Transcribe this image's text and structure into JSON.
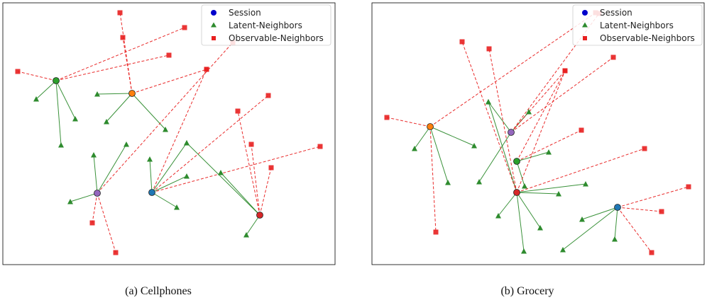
{
  "chart_data": [
    {
      "type": "scatter",
      "caption": "(a) Cellphones",
      "legend": [
        {
          "label": "Session",
          "marker": "circle",
          "color": "#0000cc"
        },
        {
          "label": "Latent-Neighbors",
          "marker": "triangle",
          "color": "#2e8b2e"
        },
        {
          "label": "Observable-Neighbors",
          "marker": "square",
          "color": "#e82020"
        }
      ],
      "legend_position": "top-right",
      "xlim": [
        0,
        468
      ],
      "ylim": [
        0,
        370
      ],
      "grid": false,
      "sessions": [
        {
          "x": 75,
          "y": 110,
          "color": "#2ca02c",
          "latent": [
            [
              47,
              136
            ],
            [
              102,
              164
            ],
            [
              82,
              201
            ]
          ],
          "observable": [
            [
              21,
              97
            ],
            [
              234,
              74
            ],
            [
              256,
              35
            ]
          ]
        },
        {
          "x": 182,
          "y": 128,
          "color": "#ff7f0e",
          "latent": [
            [
              133,
              129
            ],
            [
              146,
              168
            ],
            [
              229,
              179
            ]
          ],
          "observable": [
            [
              165,
              14
            ],
            [
              169,
              49
            ],
            [
              287,
              94
            ]
          ]
        },
        {
          "x": 133,
          "y": 269,
          "color": "#9467bd",
          "latent": [
            [
              128,
              215
            ],
            [
              174,
              200
            ],
            [
              95,
              281
            ]
          ],
          "observable": [
            [
              126,
              311
            ],
            [
              159,
              353
            ],
            [
              324,
              56
            ]
          ]
        },
        {
          "x": 210,
          "y": 268,
          "color": "#1f77b4",
          "latent": [
            [
              207,
              221
            ],
            [
              259,
              245
            ],
            [
              245,
              289
            ],
            [
              259,
              198
            ]
          ],
          "observable": [
            [
              287,
              94
            ],
            [
              374,
              131
            ],
            [
              447,
              203
            ]
          ]
        },
        {
          "x": 362,
          "y": 300,
          "color": "#d62728",
          "latent": [
            [
              307,
              240
            ],
            [
              343,
              328
            ],
            [
              259,
              198
            ]
          ],
          "observable": [
            [
              331,
              153
            ],
            [
              350,
              200
            ],
            [
              378,
              233
            ]
          ]
        }
      ]
    },
    {
      "type": "scatter",
      "caption": "(b) Grocery",
      "legend": [
        {
          "label": "Session",
          "marker": "circle",
          "color": "#0000cc"
        },
        {
          "label": "Latent-Neighbors",
          "marker": "triangle",
          "color": "#2e8b2e"
        },
        {
          "label": "Observable-Neighbors",
          "marker": "square",
          "color": "#e82020"
        }
      ],
      "legend_position": "top-right",
      "xlim": [
        0,
        468
      ],
      "ylim": [
        0,
        370
      ],
      "grid": false,
      "sessions": [
        {
          "x": 82,
          "y": 175,
          "color": "#ff7f0e",
          "latent": [
            [
              60,
              206
            ],
            [
              107,
              254
            ],
            [
              144,
              202
            ]
          ],
          "observable": [
            [
              21,
              162
            ],
            [
              90,
              324
            ],
            [
              315,
              14
            ]
          ]
        },
        {
          "x": 196,
          "y": 183,
          "color": "#9467bd",
          "latent": [
            [
              164,
              140
            ],
            [
              221,
              154
            ],
            [
              151,
              253
            ]
          ],
          "observable": [
            [
              272,
              96
            ],
            [
              340,
              77
            ],
            [
              320,
              15
            ]
          ]
        },
        {
          "x": 204,
          "y": 224,
          "color": "#2ca02c",
          "latent": [
            [
              249,
              211
            ],
            [
              215,
              259
            ]
          ],
          "observable": [
            [
              272,
              96
            ],
            [
              295,
              180
            ]
          ]
        },
        {
          "x": 204,
          "y": 268,
          "color": "#d62728",
          "latent": [
            [
              178,
              301
            ],
            [
              237,
              318
            ],
            [
              214,
              351
            ],
            [
              263,
              270
            ],
            [
              301,
              256
            ],
            [
              164,
              140
            ]
          ],
          "observable": [
            [
              127,
              55
            ],
            [
              165,
              65
            ],
            [
              272,
              96
            ],
            [
              384,
              206
            ]
          ]
        },
        {
          "x": 346,
          "y": 289,
          "color": "#1f77b4",
          "latent": [
            [
              296,
              306
            ],
            [
              269,
              349
            ],
            [
              342,
              334
            ]
          ],
          "observable": [
            [
              408,
              295
            ],
            [
              394,
              353
            ],
            [
              446,
              260
            ]
          ]
        }
      ]
    }
  ]
}
